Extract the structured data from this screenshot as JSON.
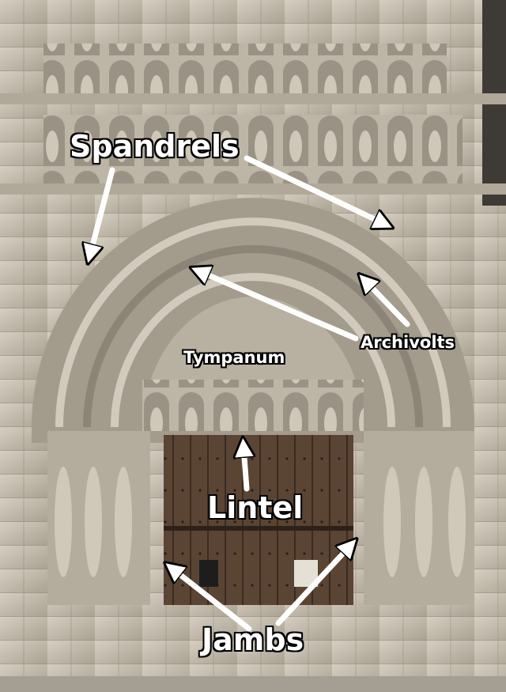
{
  "labels": {
    "spandrels": "Spandrels",
    "archivolts": "Archivolts",
    "tympanum": "Tympanum",
    "lintel": "Lintel",
    "jambs": "Jambs"
  },
  "colors": {
    "stone": "#c9c2b4",
    "door": "#5a4434",
    "label_text": "#ffffff",
    "label_outline": "#000000",
    "arrow": "#ffffff"
  }
}
